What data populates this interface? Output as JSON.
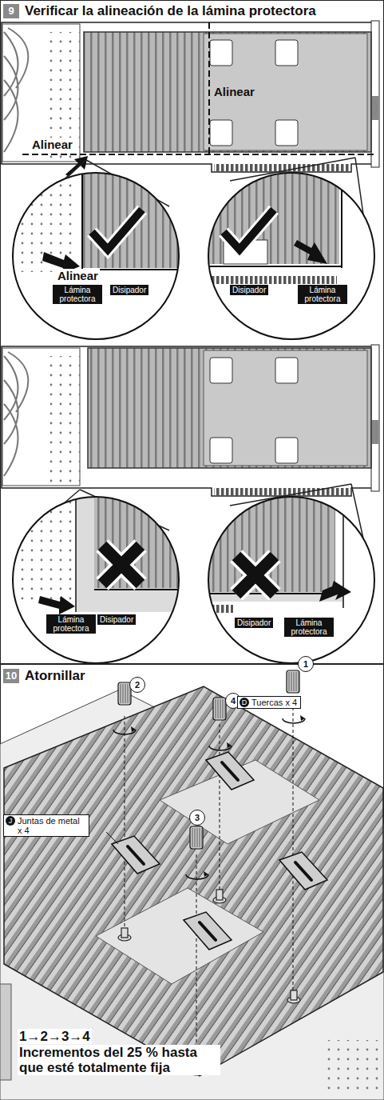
{
  "diagram": {
    "nodes": [
      {
        "text": [
          "9",
          "Verificar la alineación de la lámina protectora"
        ]
      },
      {
        "text": [
          "Lámina protectora"
        ]
      },
      {
        "text": [
          "Disipador"
        ]
      },
      {
        "text": [
          "Disipador"
        ]
      },
      {
        "text": [
          "Lámina protectora"
        ]
      },
      {
        "text": [
          "Lámina protectora"
        ]
      },
      {
        "text": [
          "Disipador"
        ]
      },
      {
        "text": [
          "Disipador"
        ]
      },
      {
        "text": [
          "Lámina protectora"
        ]
      },
      {
        "text": [
          "10",
          "Atornillar"
        ]
      },
      {
        "text": [
          "4"
        ]
      },
      {
        "text": [
          "D",
          "Tuercas x 4"
        ]
      },
      {
        "text": [
          "2"
        ]
      },
      {
        "text": [
          "1"
        ]
      },
      {
        "text": [
          "J",
          "Juntas de metal x 4"
        ]
      },
      {
        "text": [
          "3"
        ]
      }
    ],
    "labels": [
      "Alinear",
      "Alinear",
      "Alinear",
      "1→2→3→4",
      "Incrementos del 25 % hasta que esté totalmente fija"
    ]
  }
}
